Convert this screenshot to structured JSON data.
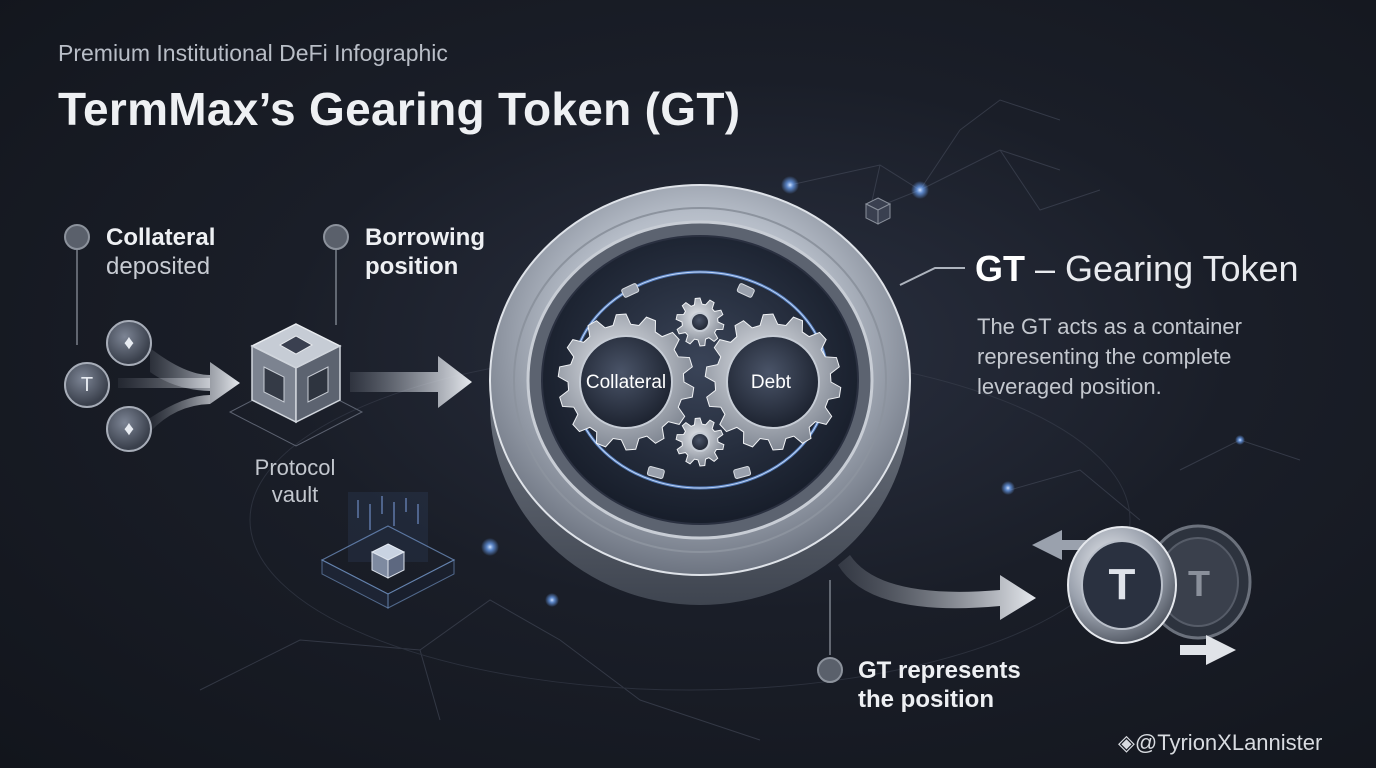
{
  "header": {
    "subtitle": "Premium Institutional DeFi Infographic",
    "title": "TermMax’s Gearing Token (GT)"
  },
  "steps": {
    "collateral_title": "Collateral",
    "collateral_sub": "deposited",
    "borrowing_line1": "Borrowing",
    "borrowing_line2": "position",
    "vault_line1": "Protocol",
    "vault_line2": "vault",
    "gt_line1": "GT represents",
    "gt_line2": "the position"
  },
  "gears": {
    "left": "Collateral",
    "right": "Debt"
  },
  "gt_panel": {
    "heading_bold": "GT",
    "heading_rest": " – Gearing Token",
    "description": "The GT acts as a container representing the complete leveraged position."
  },
  "icons": {
    "eth_glyph": "♦",
    "token_glyph": "T"
  },
  "watermark": "@TyrionXLannister",
  "colors": {
    "background": "#1a1e28",
    "accent_blue": "#6fa8ff",
    "metal": "#b8bec8"
  }
}
